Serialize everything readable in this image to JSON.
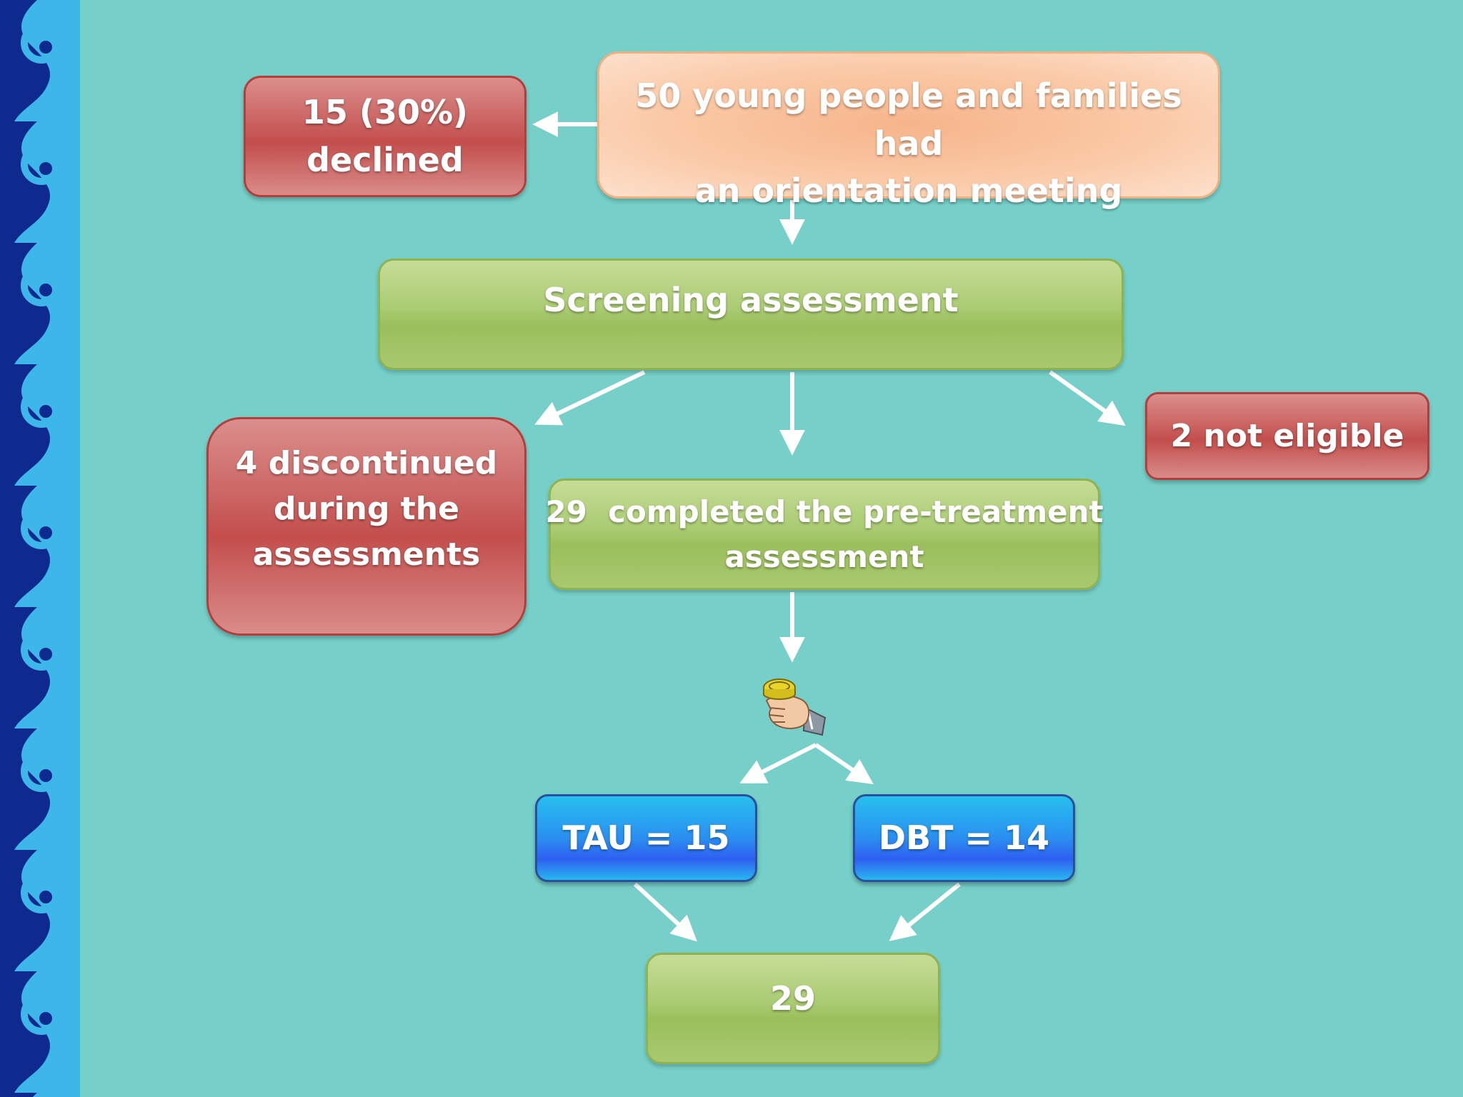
{
  "colors": {
    "background": "#76d0c9",
    "border_dark": "#0e2a8f",
    "border_light": "#3db6ea",
    "arrow": "#ffffff",
    "red_box": "#c34e4c",
    "peach_box": "#fac9a6",
    "green_box": "#a9c86f",
    "blue_box": "#2a8ff0"
  },
  "nodes": {
    "orientation": {
      "line1": "50 young people and families had",
      "line2": "an orientation meeting"
    },
    "declined": {
      "line1": "15 (30%)",
      "line2": "declined"
    },
    "screening": {
      "label": "Screening assessment"
    },
    "discontinued": {
      "line1": "4 discontinued",
      "line2": "during the",
      "line3": "assessments"
    },
    "not_eligible": {
      "label": "2 not eligible"
    },
    "completed": {
      "line1": "29  completed the pre-treatment",
      "line2": "assessment"
    },
    "tau": {
      "label": "TAU = 15"
    },
    "dbt": {
      "label": "DBT = 14"
    },
    "final": {
      "label": "29"
    }
  },
  "icons": {
    "randomization": "hand-holding-coin-icon",
    "border": "wave-scroll-pattern"
  }
}
